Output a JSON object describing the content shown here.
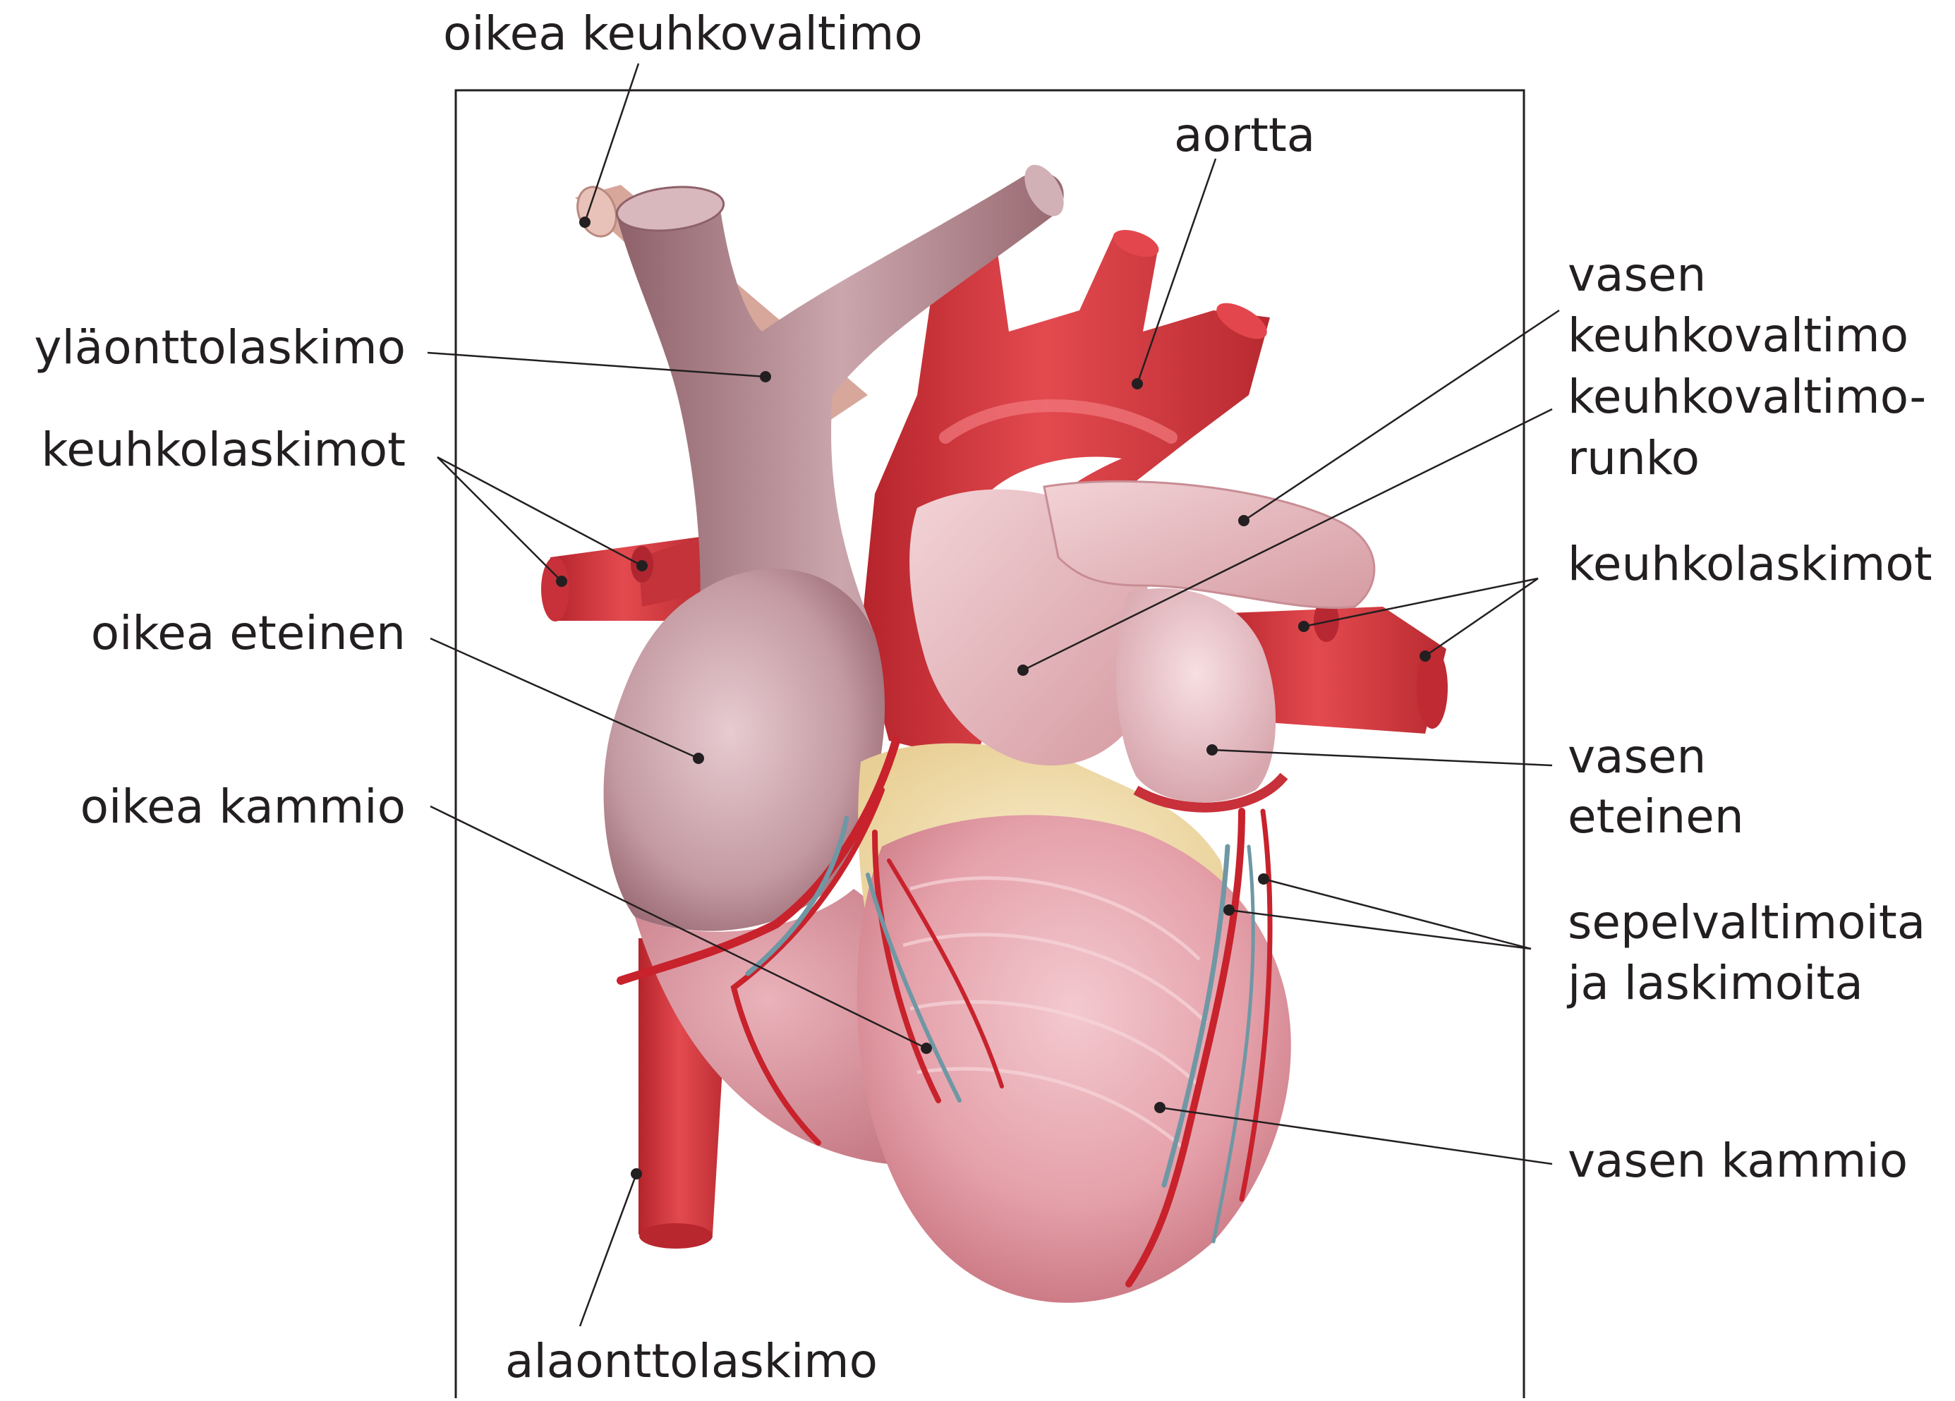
{
  "labels": {
    "pulmonary_artery_right": "oikea keuhkovaltimo",
    "aorta": "aortta",
    "superior_vena_cava": "yläonttolaskimo",
    "pulmonary_veins_left": "keuhkolaskimot",
    "right_atrium": "oikea eteinen",
    "right_ventricle": "oikea kammio",
    "inferior_vena_cava": "alaonttolaskimo",
    "left_pulmonary_artery_1": "vasen",
    "left_pulmonary_artery_2": "keuhkovaltimo",
    "pulmonary_trunk_1": "keuhkovaltimo-",
    "pulmonary_trunk_2": "runko",
    "pulmonary_veins_right": "keuhkolaskimot",
    "left_atrium_1": "vasen",
    "left_atrium_2": "eteinen",
    "coronary_1": "sepelvaltimoita",
    "coronary_2": "ja laskimoita",
    "left_ventricle": "vasen kammio"
  },
  "colors": {
    "artery": "#d9333a",
    "vein": "#b9878f",
    "muscle": "#e7a3aa",
    "fat": "#f2deb0",
    "text": "#231f20"
  }
}
